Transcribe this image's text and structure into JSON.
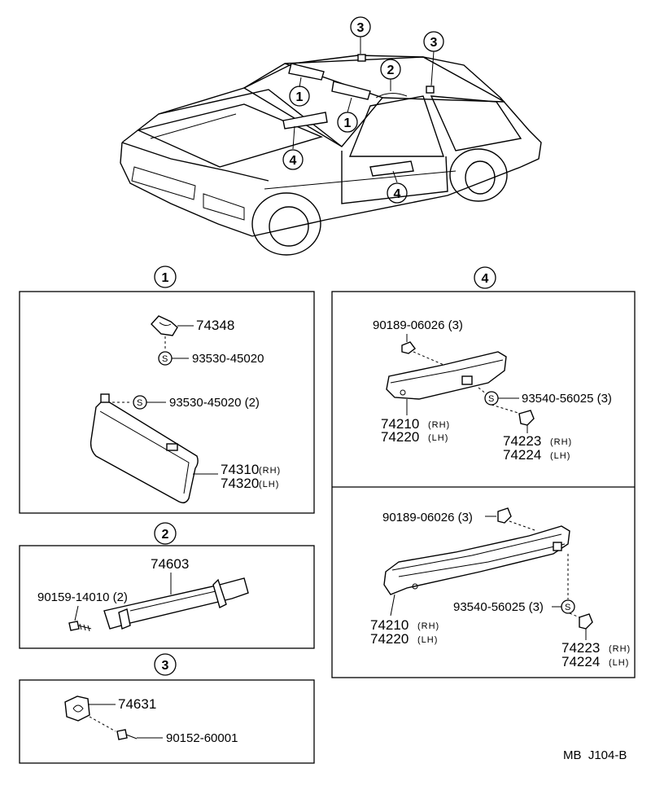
{
  "diagram_code": "MB  J104-B",
  "callouts": {
    "c1": "1",
    "c2": "2",
    "c3": "3",
    "c4": "4"
  },
  "sun_visor": {
    "bracket": "74348",
    "screw_a": "93530-45020",
    "screw_b": "93530-45020 (2)",
    "visor_rh": "74310",
    "visor_lh": "74320"
  },
  "assist_grip": {
    "grip": "74603",
    "screw": "90159-14010 (2)"
  },
  "coat_hook": {
    "hook": "74631",
    "screw": "90152-60001"
  },
  "armrest_upper": {
    "screw": "90189-06026 (3)",
    "clip": "93540-56025 (3)",
    "armrest_rh": "74210",
    "armrest_lh": "74220",
    "base_rh": "74223",
    "base_lh": "74224"
  },
  "armrest_lower": {
    "screw": "90189-06026 (3)",
    "clip": "93540-56025 (3)",
    "armrest_rh": "74210",
    "armrest_lh": "74220",
    "base_rh": "74223",
    "base_lh": "74224"
  },
  "side_tags": {
    "rh": "(RH)",
    "lh": "(LH)"
  },
  "s_mark": "S"
}
